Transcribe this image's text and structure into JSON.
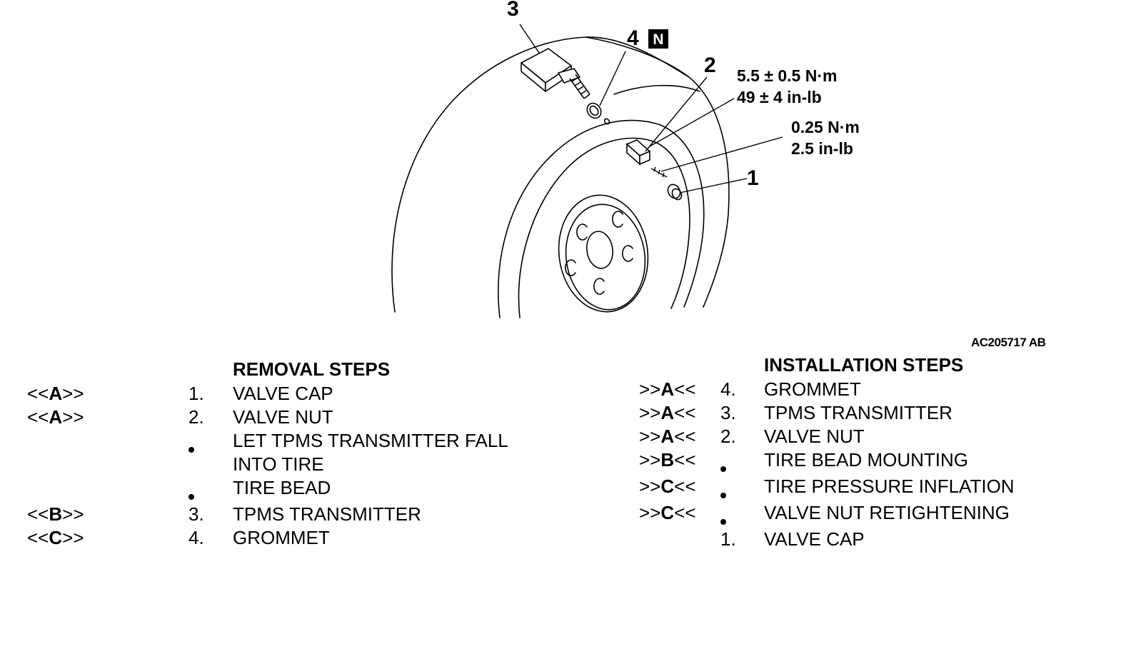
{
  "diagram": {
    "callouts": [
      {
        "id": "c3",
        "label": "3"
      },
      {
        "id": "c4",
        "label": "4"
      },
      {
        "id": "c2",
        "label": "2"
      },
      {
        "id": "c1",
        "label": "1"
      }
    ],
    "non_reusable_badge": "N",
    "torque_valve_nut": {
      "metric": "5.5 ± 0.5 N·m",
      "imperial": "49 ± 4 in-lb"
    },
    "torque_valve_core": {
      "metric": "0.25 N·m",
      "imperial": "2.5 in-lb"
    }
  },
  "figure_id": "AC205717 AB",
  "removal": {
    "heading": "REMOVAL STEPS",
    "steps": [
      {
        "code_prefix": "<<",
        "code_letter": "A",
        "code_suffix": ">>",
        "number": "1.",
        "bullet": false,
        "text": "VALVE CAP"
      },
      {
        "code_prefix": "<<",
        "code_letter": "A",
        "code_suffix": ">>",
        "number": "2.",
        "bullet": false,
        "text": "VALVE NUT"
      },
      {
        "code_prefix": "",
        "code_letter": "",
        "code_suffix": "",
        "number": "",
        "bullet": true,
        "text": "LET TPMS TRANSMITTER FALL"
      },
      {
        "code_prefix": "",
        "code_letter": "",
        "code_suffix": "",
        "number": "",
        "bullet": false,
        "text": "INTO TIRE"
      },
      {
        "code_prefix": "",
        "code_letter": "",
        "code_suffix": "",
        "number": "",
        "bullet": true,
        "text": "TIRE BEAD"
      },
      {
        "code_prefix": "<<",
        "code_letter": "B",
        "code_suffix": ">>",
        "number": "3.",
        "bullet": false,
        "text": "TPMS TRANSMITTER"
      },
      {
        "code_prefix": "<<",
        "code_letter": "C",
        "code_suffix": ">>",
        "number": "4.",
        "bullet": false,
        "text": "GROMMET"
      }
    ]
  },
  "installation": {
    "heading": "INSTALLATION STEPS",
    "steps": [
      {
        "code_prefix": ">>",
        "code_letter": "A",
        "code_suffix": "<<",
        "number": "4.",
        "bullet": false,
        "text": "GROMMET"
      },
      {
        "code_prefix": ">>",
        "code_letter": "A",
        "code_suffix": "<<",
        "number": "3.",
        "bullet": false,
        "text": "TPMS TRANSMITTER"
      },
      {
        "code_prefix": ">>",
        "code_letter": "A",
        "code_suffix": "<<",
        "number": "2.",
        "bullet": false,
        "text": "VALVE NUT"
      },
      {
        "code_prefix": ">>",
        "code_letter": "B",
        "code_suffix": "<<",
        "number": "",
        "bullet": true,
        "text": "TIRE BEAD MOUNTING"
      },
      {
        "code_prefix": ">>",
        "code_letter": "C",
        "code_suffix": "<<",
        "number": "",
        "bullet": true,
        "text": "TIRE PRESSURE INFLATION"
      },
      {
        "code_prefix": ">>",
        "code_letter": "C",
        "code_suffix": "<<",
        "number": "",
        "bullet": true,
        "text": "VALVE NUT RETIGHTENING"
      },
      {
        "code_prefix": "",
        "code_letter": "",
        "code_suffix": "",
        "number": "1.",
        "bullet": false,
        "text": "VALVE CAP"
      }
    ]
  }
}
